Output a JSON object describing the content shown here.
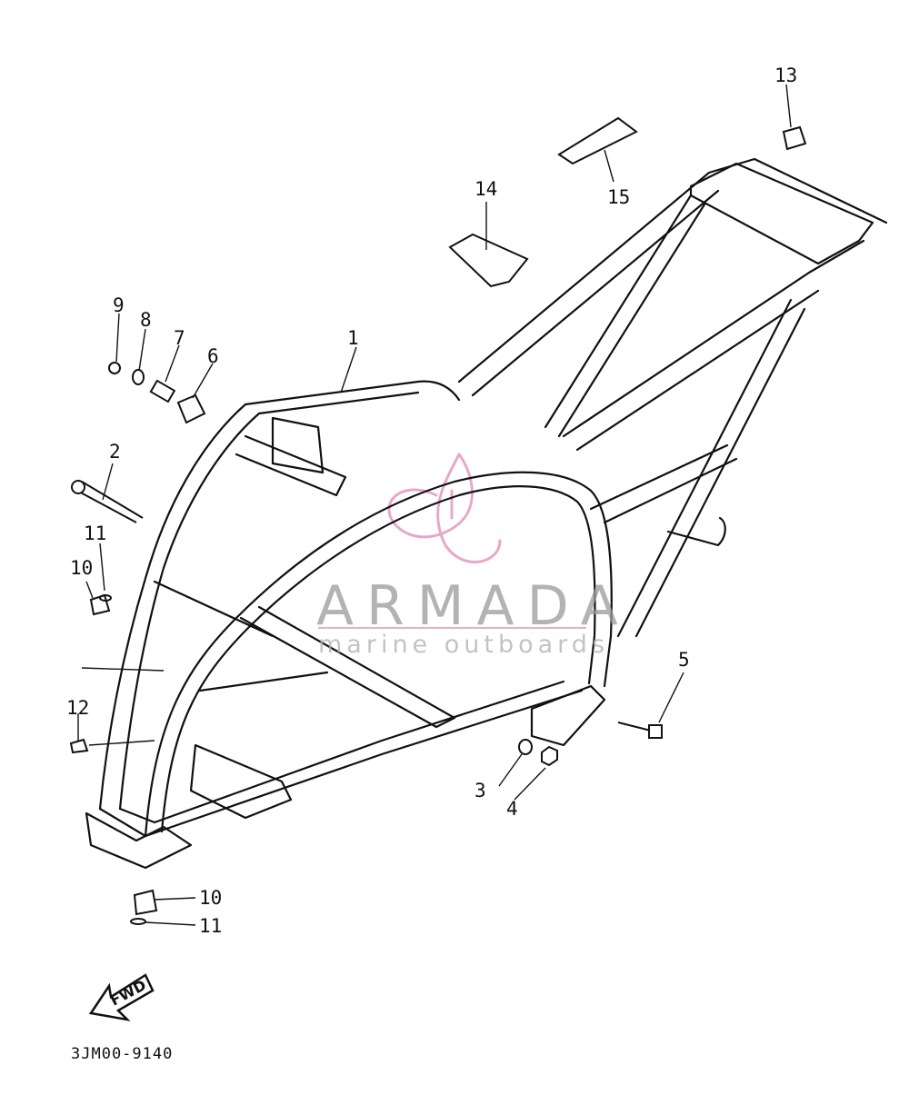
{
  "diagram": {
    "part_code": "3JM00-9140",
    "fwd_label": "FWD",
    "watermark": {
      "title": "ARMADA",
      "subtitle": "marine outboards",
      "logo_color": "#e39ac0"
    },
    "callouts": [
      {
        "id": "c1",
        "label": "1"
      },
      {
        "id": "c2",
        "label": "2"
      },
      {
        "id": "c3",
        "label": "3"
      },
      {
        "id": "c4",
        "label": "4"
      },
      {
        "id": "c5",
        "label": "5"
      },
      {
        "id": "c6",
        "label": "6"
      },
      {
        "id": "c7",
        "label": "7"
      },
      {
        "id": "c8",
        "label": "8"
      },
      {
        "id": "c9",
        "label": "9"
      },
      {
        "id": "c10a",
        "label": "10"
      },
      {
        "id": "c10b",
        "label": "10"
      },
      {
        "id": "c11a",
        "label": "11"
      },
      {
        "id": "c11b",
        "label": "11"
      },
      {
        "id": "c12",
        "label": "12"
      },
      {
        "id": "c13",
        "label": "13"
      },
      {
        "id": "c14",
        "label": "14"
      },
      {
        "id": "c15",
        "label": "15"
      }
    ]
  }
}
